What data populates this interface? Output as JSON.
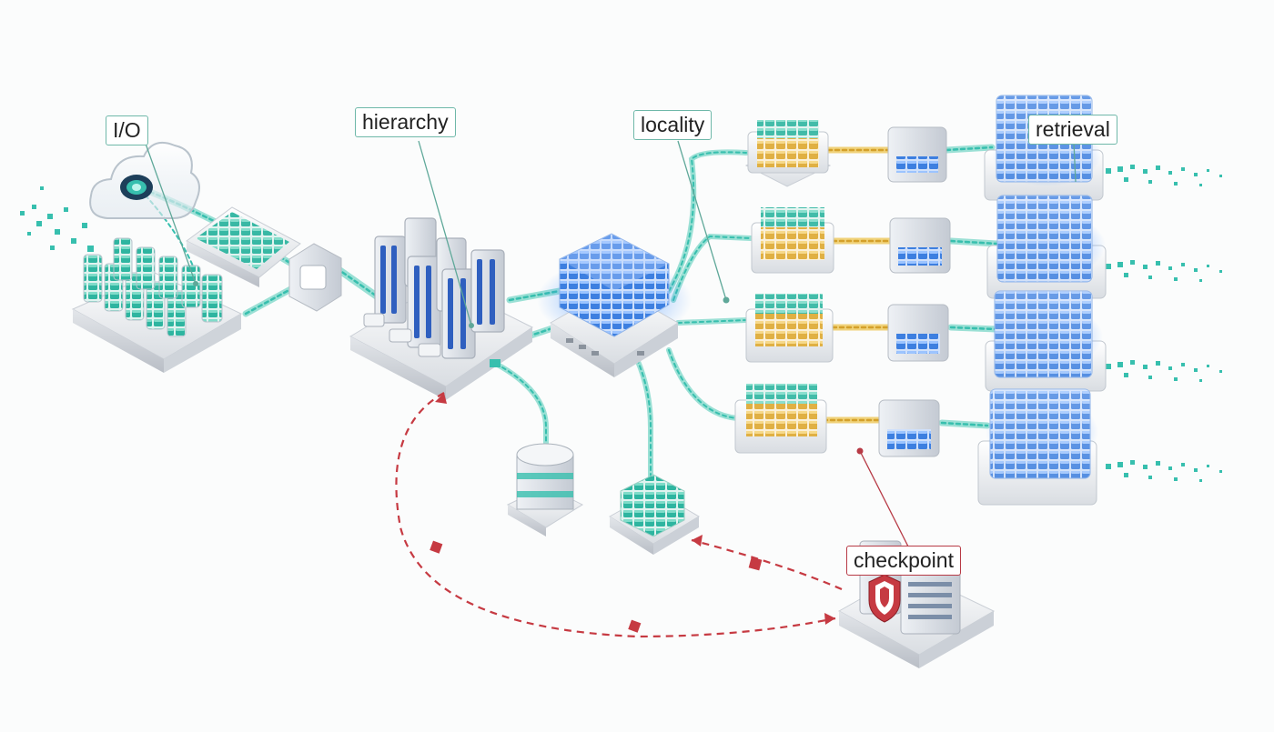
{
  "labels": {
    "io": "I/O",
    "hierarchy": "hierarchy",
    "locality": "locality",
    "retrieval": "retrieval",
    "checkpoint": "checkpoint"
  },
  "colors": {
    "teal_link": "#37bfae",
    "teal_cube": "#2eb5a0",
    "blue_cube": "#3d7fe0",
    "gold_cube": "#e0b043",
    "checkpoint_red": "#c63a42",
    "label_border": "#6fb8a9"
  },
  "icons": [
    "cloud-icon",
    "shield-icon"
  ]
}
